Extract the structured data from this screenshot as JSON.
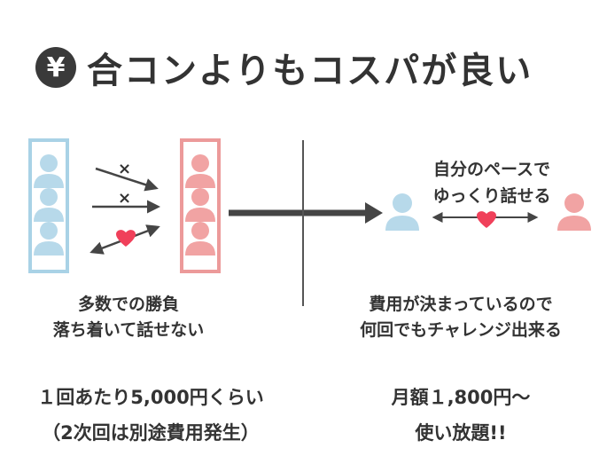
{
  "title": {
    "icon": "yen-icon",
    "icon_glyph": "¥",
    "text": "合コンよりもコスパが良い"
  },
  "colors": {
    "blue": "#b7d9ea",
    "blue_stroke": "#a9d2e6",
    "pink": "#f1a3a3",
    "pink_stroke": "#ec9a9a",
    "heart": "#f0405a",
    "dark": "#454545"
  },
  "left": {
    "cross_mark_1": "×",
    "cross_mark_2": "×",
    "caption_line1": "多数での勝負",
    "caption_line2": "落ち着いて話せない",
    "price_line1": "１回あたり5,000円くらい",
    "price_line2": "（2次回は別途費用発生）"
  },
  "right": {
    "bubble_line1": "自分のペースで",
    "bubble_line2": "ゆっくり話せる",
    "caption_line1": "費用が決まっているので",
    "caption_line2": "何回でもチャレンジ出来る",
    "price_line1": "月額１,800円〜",
    "price_line2": "使い放題!!"
  }
}
